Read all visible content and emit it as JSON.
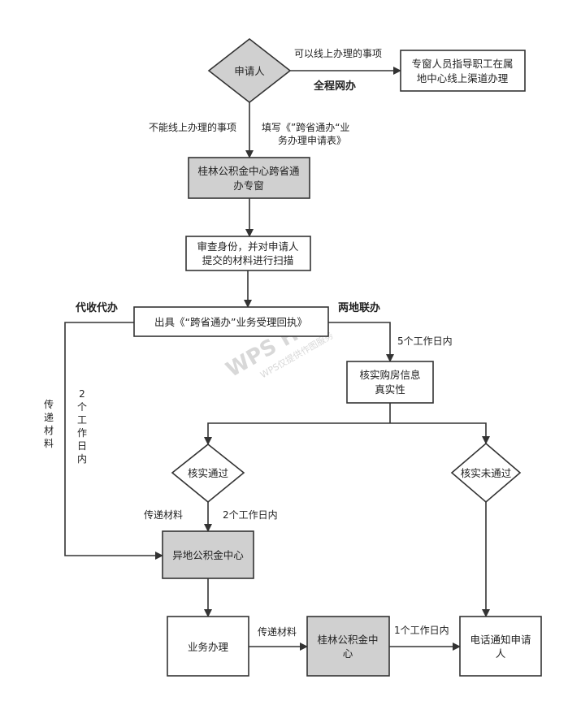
{
  "nodes": {
    "applicant": "申请人",
    "staff_guide": [
      "专窗人员指导职工在属",
      "地中心线上渠道办理"
    ],
    "guilin_window": [
      "桂林公积金中心跨省通",
      "办专窗"
    ],
    "review_identity": [
      "审查身份，并对申请人",
      "提交的材料进行扫描"
    ],
    "issue_receipt": "出具《“跨省通办”业务受理回执》",
    "verify_housing": [
      "核实购房信息",
      "真实性"
    ],
    "verify_pass": "核实通过",
    "verify_fail": "核实未通过",
    "remote_center": "异地公积金中心",
    "business_handling": "业务办理",
    "guilin_center": [
      "桂林公积金中",
      "心"
    ],
    "phone_notify": [
      "电话通知申请",
      "人"
    ]
  },
  "labels": {
    "online_items": "可以线上办理的事项",
    "full_online": "全程网办",
    "offline_items": "不能线上办理的事项",
    "fill_form": [
      "填写《”跨省通办“业",
      "务办理申请表》"
    ],
    "agent_collect": "代收代办",
    "two_place": "两地联办",
    "five_days": "5个工作日内",
    "transfer_vertical": [
      "传",
      "递",
      "材",
      "料"
    ],
    "two_days_vertical": [
      "2",
      "个",
      "工",
      "作",
      "日",
      "内"
    ],
    "transfer_materials_1": "传递材料",
    "two_days": "2个工作日内",
    "transfer_materials_2": "传递材料",
    "one_day": "1个工作日内"
  },
  "watermark": {
    "main": "WPS How",
    "sub": "WPS仅提供作图服务"
  },
  "colors": {
    "line": "#333333",
    "gray_fill": "#d0d0d0",
    "white_fill": "#ffffff",
    "watermark": "#d8d8d8"
  }
}
